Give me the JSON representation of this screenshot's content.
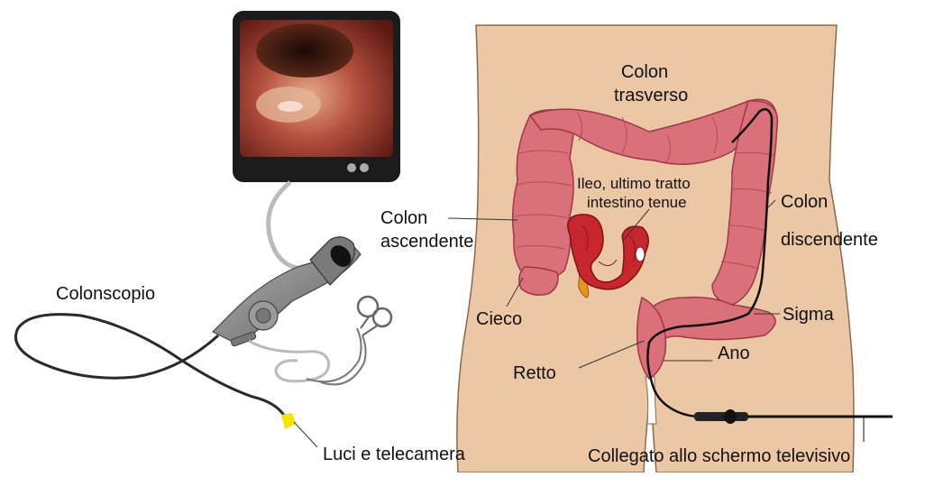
{
  "labels": {
    "colon_trasverso_1": "Colon",
    "colon_trasverso_2": "trasverso",
    "ileo_1": "Ileo, ultimo tratto",
    "ileo_2": "intestino tenue",
    "colon_ascendente_1": "Colon",
    "colon_ascendente_2": "ascendente",
    "colon_discendente_1": "Colon",
    "colon_discendente_2": "discendente",
    "colonscopio": "Colonscopio",
    "cieco": "Cieco",
    "sigma": "Sigma",
    "ano": "Ano",
    "retto": "Retto",
    "luci": "Luci e telecamera",
    "collegato": "Collegato allo schermo televisivo"
  },
  "colors": {
    "skin": "#ecc7a5",
    "skin_outline": "#8a6a4e",
    "colon": "#d9707a",
    "colon_outline": "#9e3848",
    "ileum": "#c8262e",
    "appendix": "#e8951e",
    "scope_body": "#8f8f8f",
    "scope_tip": "#f5e400",
    "monitor": "#1b1b1b"
  }
}
